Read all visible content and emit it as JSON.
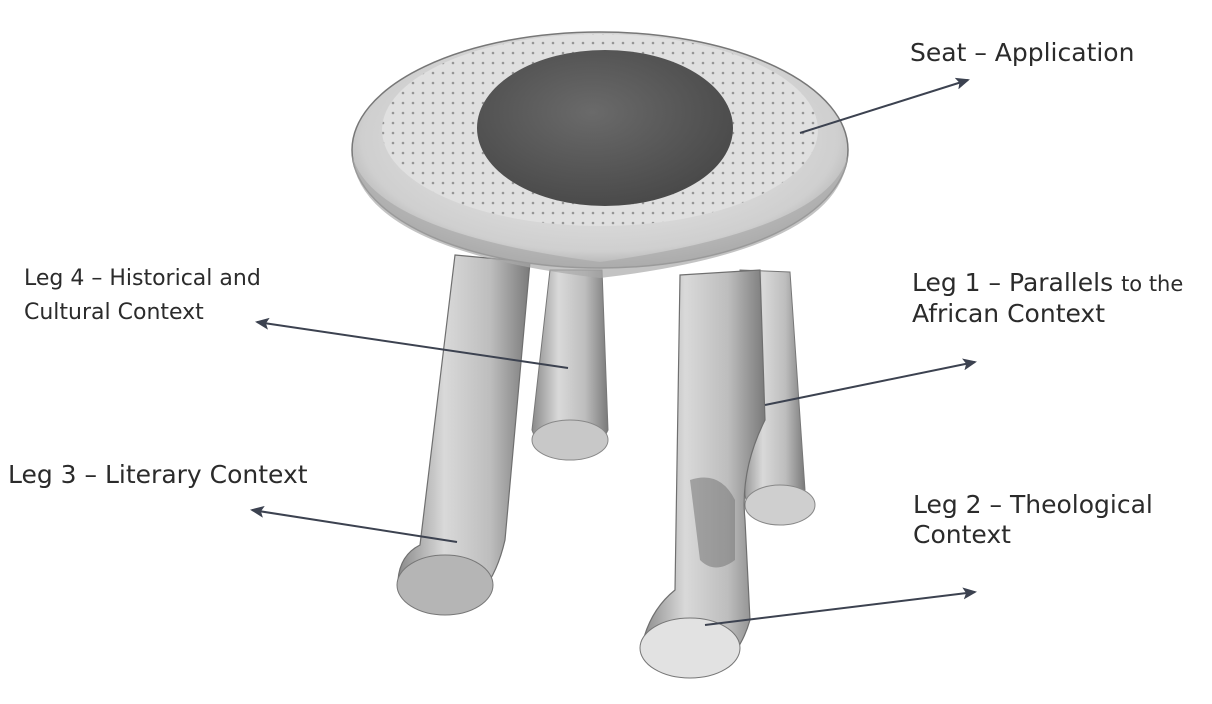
{
  "labels": {
    "seat": "Seat – Application",
    "leg1_line1_main": "Leg 1 – Parallels",
    "leg1_line1_tail": "to the",
    "leg1_line2": "African Context",
    "leg2_line1": "Leg 2 – Theological",
    "leg2_line2": "Context",
    "leg3": "Leg 3 – Literary Context",
    "leg4_line1": "Leg 4 – Historical and",
    "leg4_line2": "Cultural Context"
  }
}
